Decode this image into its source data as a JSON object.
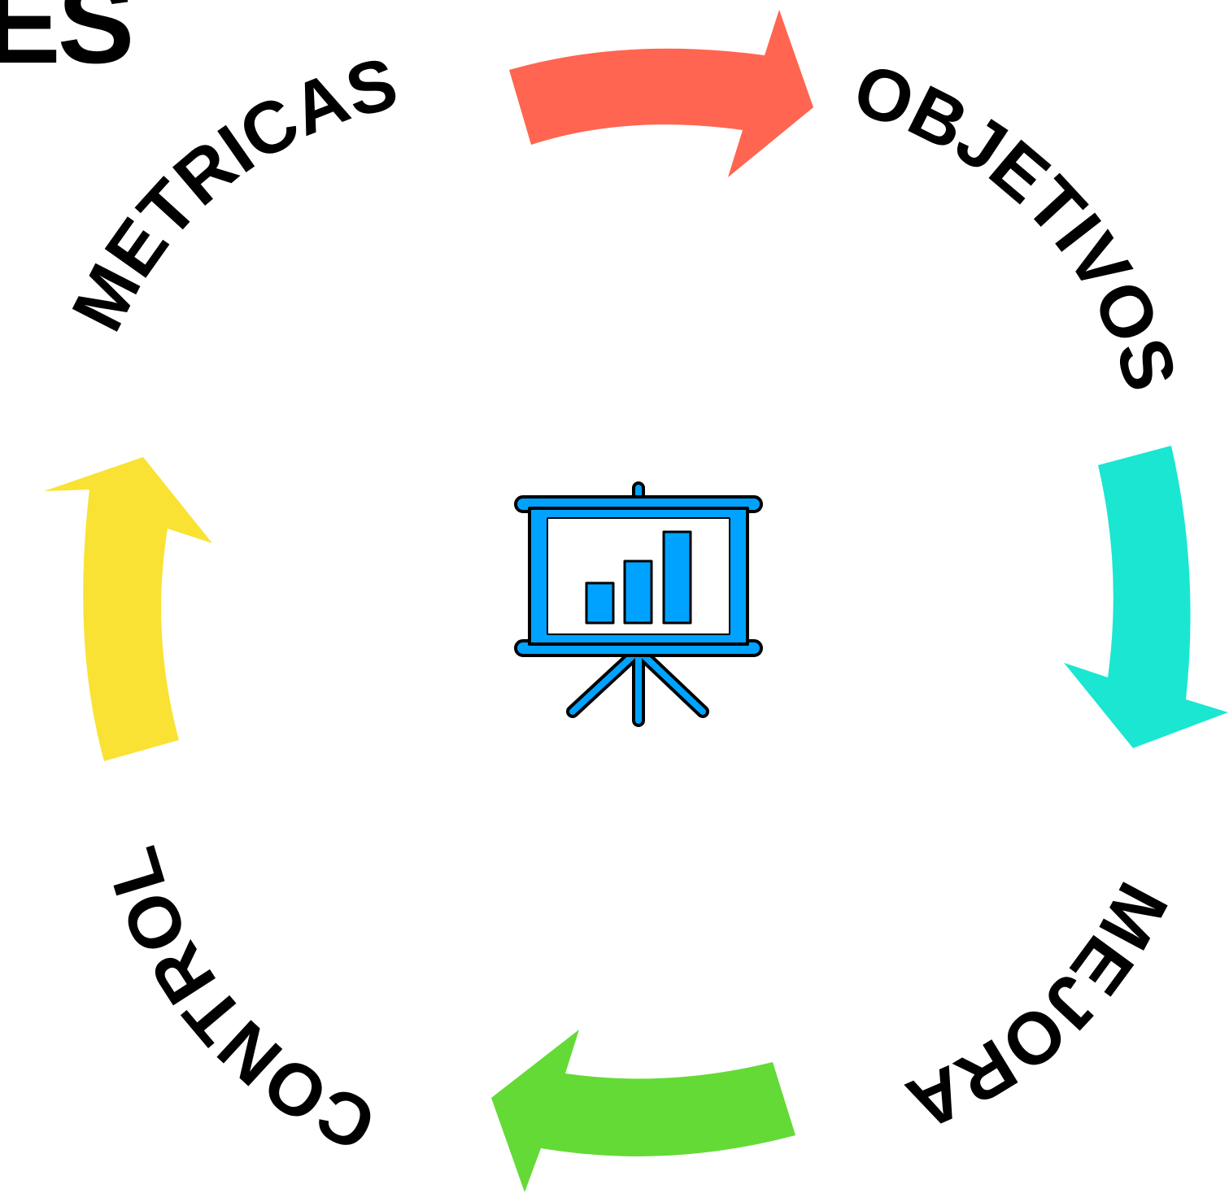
{
  "title_fragment": "ES",
  "stages": [
    {
      "label": "OBJETIVOS"
    },
    {
      "label": "MEJORA"
    },
    {
      "label": "CONTROL"
    },
    {
      "label": "METRICAS"
    }
  ],
  "arrows": [
    {
      "from": "METRICAS",
      "to": "OBJETIVOS",
      "color": "#FF6550"
    },
    {
      "from": "OBJETIVOS",
      "to": "MEJORA",
      "color": "#1BE6D1"
    },
    {
      "from": "MEJORA",
      "to": "CONTROL",
      "color": "#64DA36"
    },
    {
      "from": "CONTROL",
      "to": "METRICAS",
      "color": "#F9E233"
    }
  ],
  "center_icon": {
    "name": "presentation-board-icon",
    "color": "#00A2FF",
    "outline": "#000000"
  }
}
